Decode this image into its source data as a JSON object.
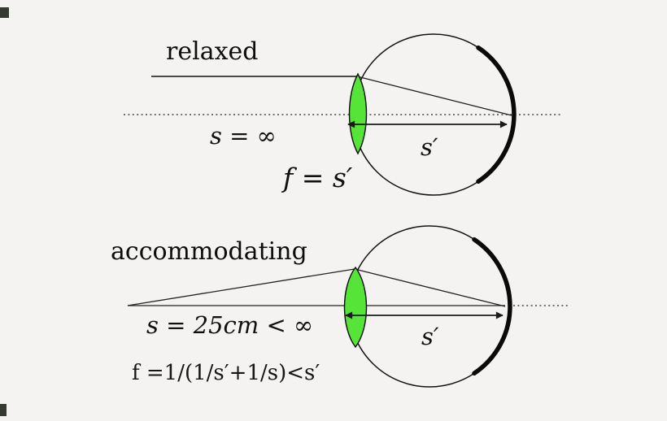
{
  "scene": {
    "background": "#f4f3f1",
    "stroke_color": "#111111",
    "lens_color": "#57e439"
  },
  "relaxed": {
    "title": "relaxed",
    "object_distance_label": "s = ∞",
    "image_distance_label": "s′",
    "focal_length_label": "f = s′"
  },
  "accommodating": {
    "title": "accommodating",
    "object_distance_label": "s = 25cm < ∞",
    "image_distance_label": "s′",
    "focal_length_label": "f =1/(1/s′+1/s)<s′"
  }
}
